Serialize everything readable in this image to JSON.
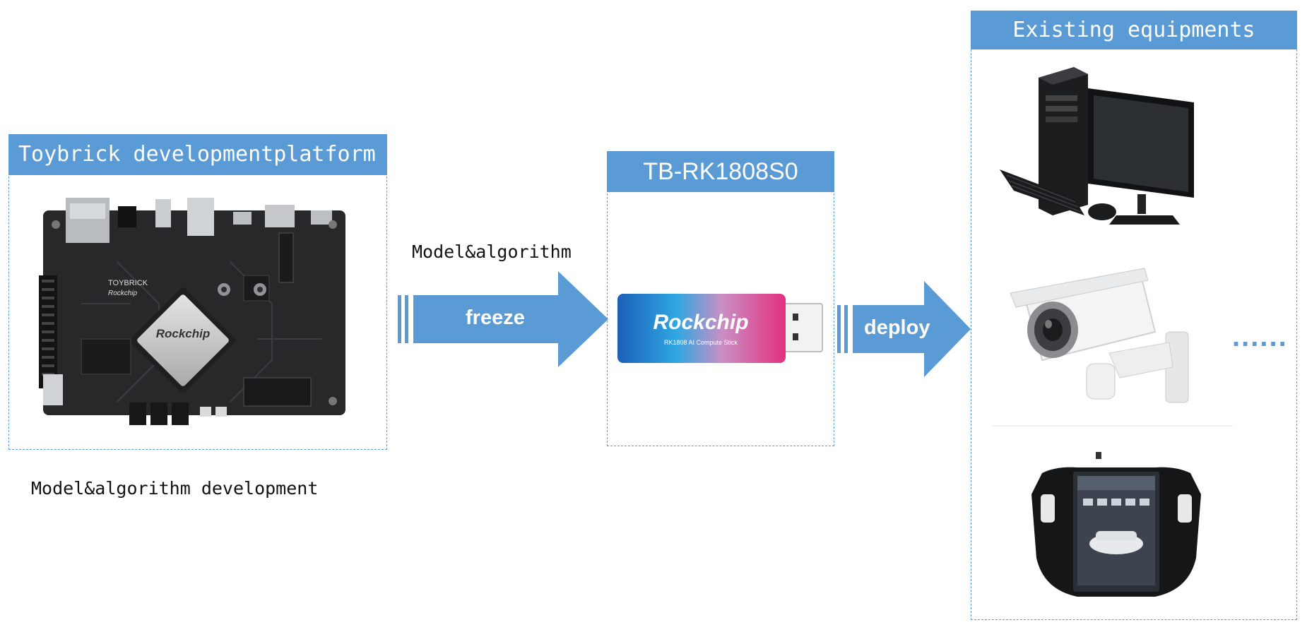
{
  "panels": {
    "development": {
      "title": "Toybrick developmentplatform"
    },
    "stick": {
      "title": "TB-RK1808S0"
    },
    "equipment": {
      "title": "Existing equipments"
    }
  },
  "captions": {
    "model_algorithm": "Model&algorithm",
    "development": "Model&algorithm development"
  },
  "arrows": {
    "freeze": "freeze",
    "deploy": "deploy"
  },
  "stick_labels": {
    "brand": "Rockchip",
    "subtitle": "RK1808 AI Compute Stick"
  },
  "board_labels": {
    "brand": "Rockchip",
    "toybrick": "TOYBRICK"
  },
  "ellipsis": "......",
  "colors": {
    "accent": "#5b9bd5",
    "title_text": "#ffffff",
    "board": "#26282a"
  },
  "icons": [
    "development-board-image",
    "compute-stick-image",
    "desktop-computer-image",
    "security-camera-image",
    "car-head-unit-image"
  ]
}
